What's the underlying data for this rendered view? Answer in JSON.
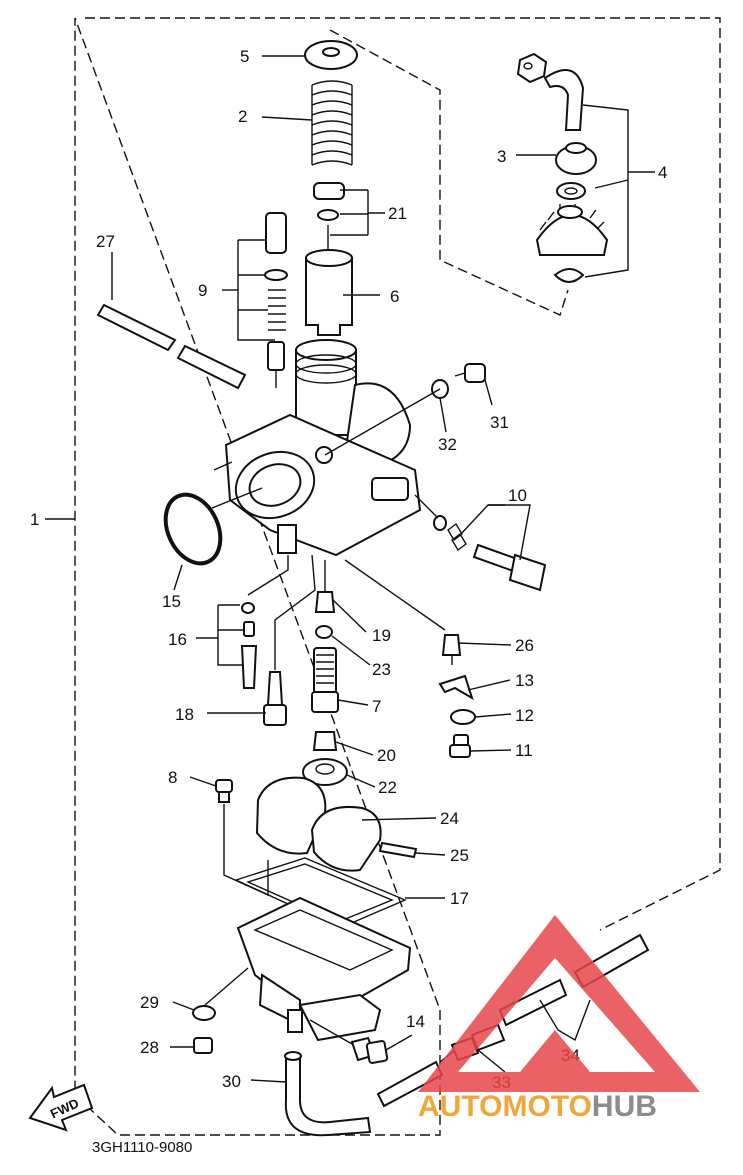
{
  "diagram": {
    "drawing_code": "3GH1110-9080",
    "fwd_label": "FWD",
    "callouts": [
      "1",
      "2",
      "3",
      "4",
      "5",
      "6",
      "7",
      "8",
      "9",
      "10",
      "11",
      "12",
      "13",
      "14",
      "15",
      "16",
      "17",
      "18",
      "19",
      "20",
      "21",
      "22",
      "23",
      "24",
      "25",
      "26",
      "27",
      "28",
      "29",
      "30",
      "31",
      "32",
      "33",
      "34"
    ]
  },
  "watermark": {
    "brand_part1": "AUTOMOTO",
    "brand_part2": "HUB",
    "colors": {
      "triangle": "#e8474b",
      "auto": "#f0a63a",
      "hub": "#8c8c8c"
    }
  }
}
